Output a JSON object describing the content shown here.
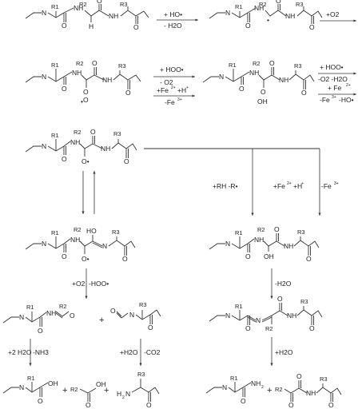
{
  "atoms": {
    "r1": "R1",
    "r2": "R2",
    "r3": "R3",
    "n": "N",
    "nh": "NH",
    "h": "H",
    "o": "O",
    "oh": "OH",
    "ho": "HO",
    "h2n": "H",
    "h2n_sub": "2",
    "h2n_n": "N",
    "nh2": "NH",
    "nh2_sub": "2",
    "radical": "•",
    "o_radical": "O•",
    "plus": "+"
  },
  "arrows": {
    "a1_top": "+ HO•",
    "a1_bot": "- H2O",
    "a2_top": "+O2",
    "a3_top": "+ HOO•",
    "a3_bot": "- O2",
    "a3_fe_top": "+Fe",
    "a3_fe_top_sup": "2+",
    "a3_fe_top_tail": "+H",
    "a3_fe_top_tail_sup": "+",
    "a3_fe_bot": "-Fe",
    "a3_fe_bot_sup": "3+",
    "a4_top": "+ HOO•",
    "a4_bot": "-O2 -H2O",
    "a4_fe_top": "+ Fe",
    "a4_fe_top_sup": "2+",
    "a4_fe_bot": "-Fe",
    "a4_fe_bot_sup": "3+",
    "a4_fe_bot_tail": "-HO•",
    "b_rh": "+RH -R•",
    "b_fe": "+Fe",
    "b_fe_sup": "2+",
    "b_fe_mid": "+H",
    "b_fe_mid_sup": "+",
    "b_fe_tail": "-Fe",
    "b_fe_tail_sup": "3+",
    "c_o2": "+O2",
    "c_hoo": "-HOO•",
    "d_h2o": "+2 H2O",
    "d_nh3": "-NH3",
    "e_h2o": "+H2O",
    "e_co2": "-CO2",
    "f_h2o": "-H2O",
    "g_h2o": "+H2O"
  }
}
